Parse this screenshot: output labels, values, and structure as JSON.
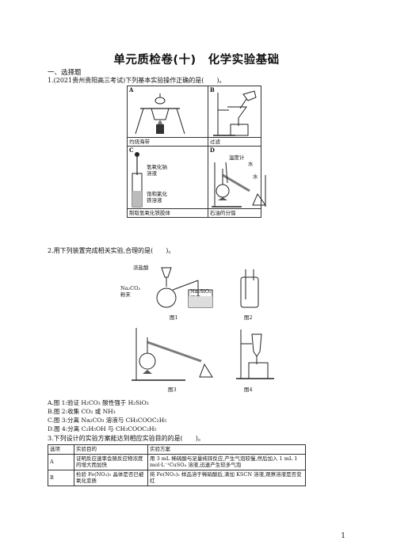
{
  "title": "单元质检卷(十)　化学实验基础",
  "section": "一、选择题",
  "q1": {
    "stem": "1.(2021贵州贵阳高三考试)下列基本实验操作正确的是(　　)。",
    "cells": [
      {
        "label": "A",
        "caption": "灼烧海带"
      },
      {
        "label": "B",
        "caption": "过滤"
      },
      {
        "label": "C",
        "caption": "制取氢氧化铁胶体"
      },
      {
        "label": "D",
        "caption": "石油的分馏"
      }
    ],
    "c_labels": {
      "top": "氢氧化钠\n溶液",
      "bottom": "饱和氯化\n铁溶液"
    },
    "d_labels": {
      "thermo": "温度计",
      "water_in": "水",
      "water_out": "水"
    }
  },
  "q2": {
    "stem": "2.用下列装置完成相关实验,合理的是(　　)。",
    "fig_labels": {
      "acid": "浓盐酸",
      "na2co3": "Na₂CO₃\n粉末",
      "na2sio3": "Na₂SiO₃\n溶液",
      "f1": "图1",
      "f2": "图2",
      "f3": "图3",
      "f4": "图4"
    },
    "options": [
      "A.图 1:验证 H₂CO₃ 酸性强于 H₂SiO₃",
      "B.图 2:收集 CO₂ 或 NH₃",
      "C.图 3:分离 Na₂CO₃ 溶液与 CH₃COOC₂H₅",
      "D.图 4:分离 C₂H₅OH 与 CH₃COOC₂H₅"
    ]
  },
  "q3": {
    "stem": "3.下列设计的实验方案能达到相应实验目的的是(　　)。",
    "headers": [
      "选项",
      "实验目的",
      "实验方案"
    ],
    "rows": [
      {
        "opt": "A",
        "purpose": "证明反应速率会随反应物浓度的增大而加快",
        "plan": "用 3 mL 稀硫酸与足量纯锌反应,产生气泡较慢,然后加入 1 mL 1 mol·L⁻¹CuSO₄ 溶液,迅速产生较多气泡"
      },
      {
        "opt": "B",
        "purpose": "检验 Fe(NO₃)₂ 晶体是否已被氧化变质",
        "plan": "将 Fe(NO₃)₂ 样品溶于稀硝酸后,滴加 KSCN 溶液,观察溶液是否变红"
      }
    ]
  },
  "page_number": "1"
}
